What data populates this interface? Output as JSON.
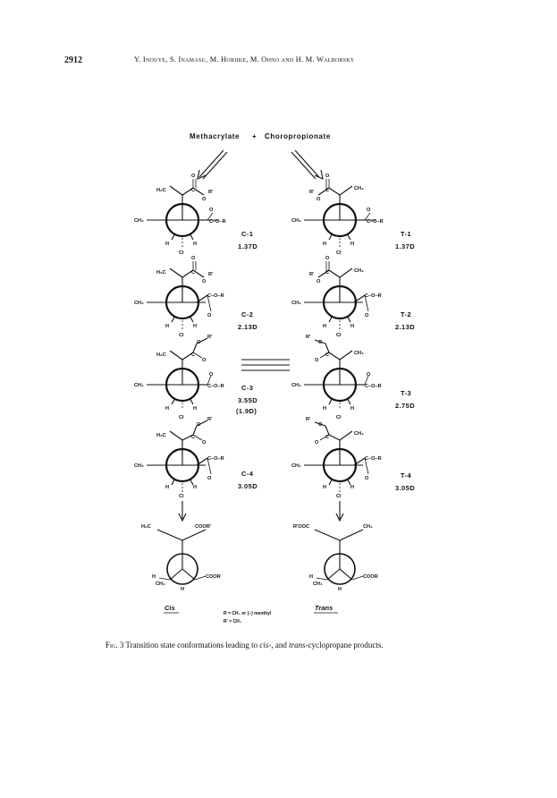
{
  "header": {
    "page_number": "2912",
    "running_head": "Y. Inouye, S. Inamasu, M. Horiike, M. Ohno and H. M. Walborsky"
  },
  "figure": {
    "reactants": {
      "left": "Methacrylate",
      "plus": "+",
      "right": "Choropropionate"
    },
    "atoms": {
      "h3c": "H₃C",
      "ch3": "CH₃",
      "cl": "Cl",
      "h": "H",
      "o": "O",
      "c": "C",
      "r": "R",
      "r_prime": "R′",
      "c_o_r": "C–O–R",
      "coor": "COOR",
      "coor_prime": "COOR′",
      "rooc": "R′OOC"
    },
    "cis_conformers": [
      {
        "id": "C-1",
        "dipole": "1.37D",
        "alt": ""
      },
      {
        "id": "C-2",
        "dipole": "2.13D",
        "alt": ""
      },
      {
        "id": "C-3",
        "dipole": "3.55D",
        "alt": "(1.9D)"
      },
      {
        "id": "C-4",
        "dipole": "3.05D",
        "alt": ""
      }
    ],
    "trans_conformers": [
      {
        "id": "T-1",
        "dipole": "1.37D"
      },
      {
        "id": "T-2",
        "dipole": "2.13D"
      },
      {
        "id": "T-3",
        "dipole": "2.75D"
      },
      {
        "id": "T-4",
        "dipole": "3.05D"
      }
    ],
    "products": {
      "cis": "Cis",
      "trans": "Trans"
    },
    "legend": {
      "line1": "R = CH₃ or (–) menthyl",
      "line2": "R′ = CH₃"
    }
  },
  "caption": {
    "prefix": "Fig. 3",
    "text_before": " Transition state conformations leading to ",
    "cis": "cis-",
    "text_middle": ", and ",
    "trans": "trans",
    "text_after": "-cyclopropane products."
  }
}
